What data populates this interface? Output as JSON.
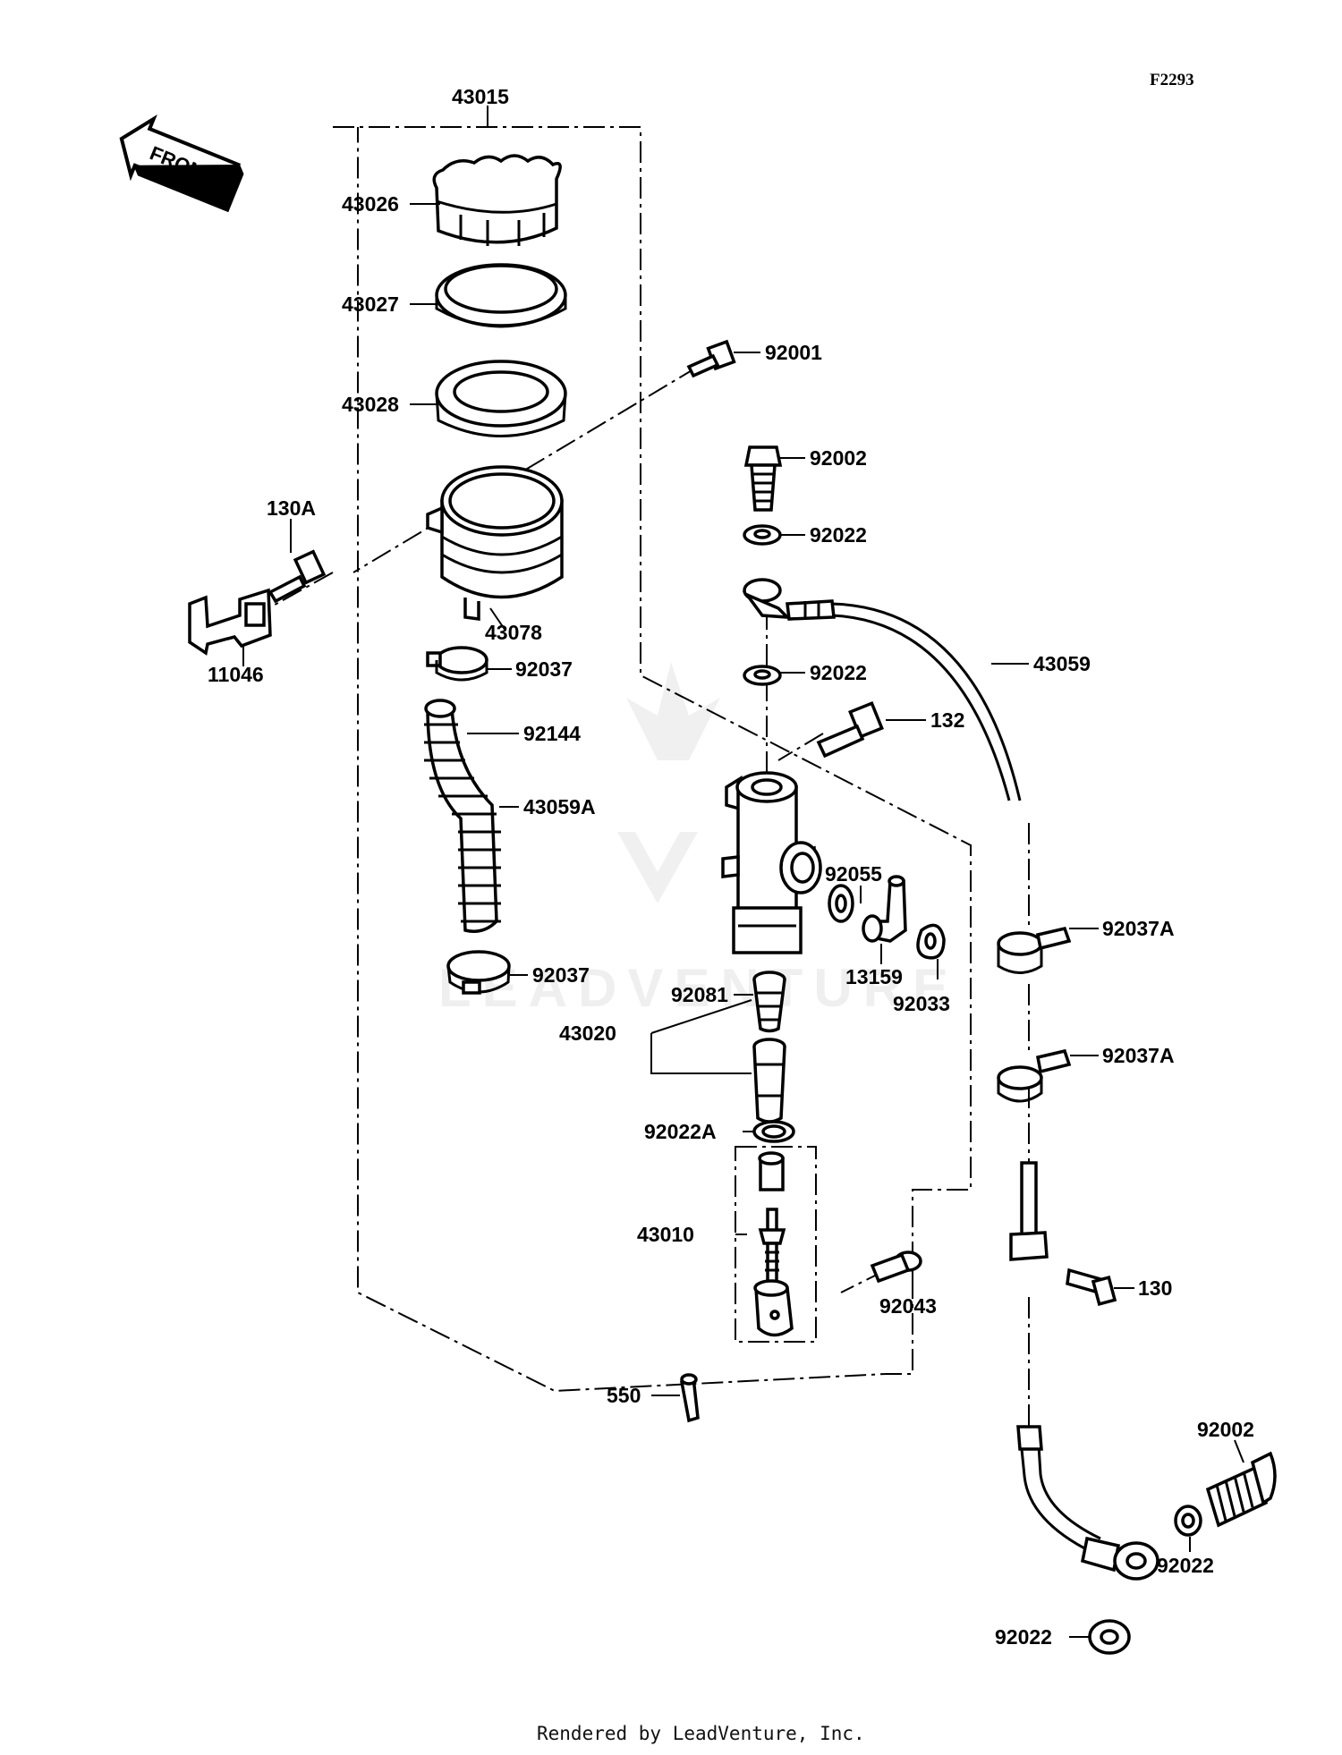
{
  "figure_code": "F2293",
  "front_arrow_label": "FRONT",
  "watermark": "LEADVENTURE",
  "footer": "Rendered by LeadVenture, Inc.",
  "parts": {
    "p43015": "43015",
    "p43026": "43026",
    "p43027": "43027",
    "p43028": "43028",
    "p92001": "92001",
    "p92002_top": "92002",
    "p92022_a": "92022",
    "p130A": "130A",
    "p43078": "43078",
    "p11046": "11046",
    "p92037_a": "92037",
    "p92022_b": "92022",
    "p43059": "43059",
    "p132": "132",
    "p92144": "92144",
    "p43059A": "43059A",
    "p92055": "92055",
    "p92037A_a": "92037A",
    "p13159": "13159",
    "p92037_b": "92037",
    "p92081": "92081",
    "p92033": "92033",
    "p43020": "43020",
    "p92037A_b": "92037A",
    "p92022A": "92022A",
    "p43010": "43010",
    "p130": "130",
    "p92043": "92043",
    "p550": "550",
    "p92002_bottom": "92002",
    "p92022_c": "92022",
    "p92022_d": "92022"
  }
}
